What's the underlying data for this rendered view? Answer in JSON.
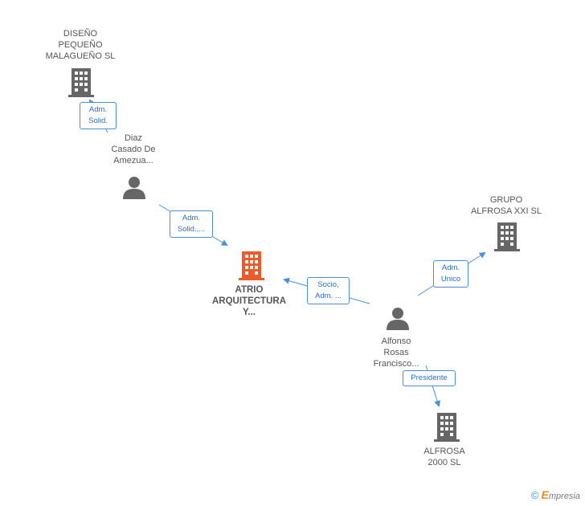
{
  "colors": {
    "edge": "#4a90d9",
    "icon": "#666666",
    "center": "#f05a28"
  },
  "nodes": {
    "diseno": "DISEÑO\nPEQUEÑO\nMALAGUEÑO SL",
    "diaz": "Diaz\nCasado De\nAmezua...",
    "atrio": "ATRIO\nARQUITECTURA\nY...",
    "grupo": "GRUPO\nALFROSA XXI SL",
    "alfonso": "Alfonso\nRosas\nFrancisco...",
    "alfrosa2000": "ALFROSA\n2000 SL"
  },
  "relations": {
    "diseno_diaz": "Adm.\nSolid.",
    "diaz_atrio": "Adm.\nSolid.,...",
    "alfonso_atrio": "Socio,\nAdm. ...",
    "alfonso_grupo": "Adm.\nUnico",
    "alfonso_alfrosa": "Presidente"
  },
  "brand": {
    "copyright": "©",
    "e": "E",
    "rest": "mpresia"
  }
}
